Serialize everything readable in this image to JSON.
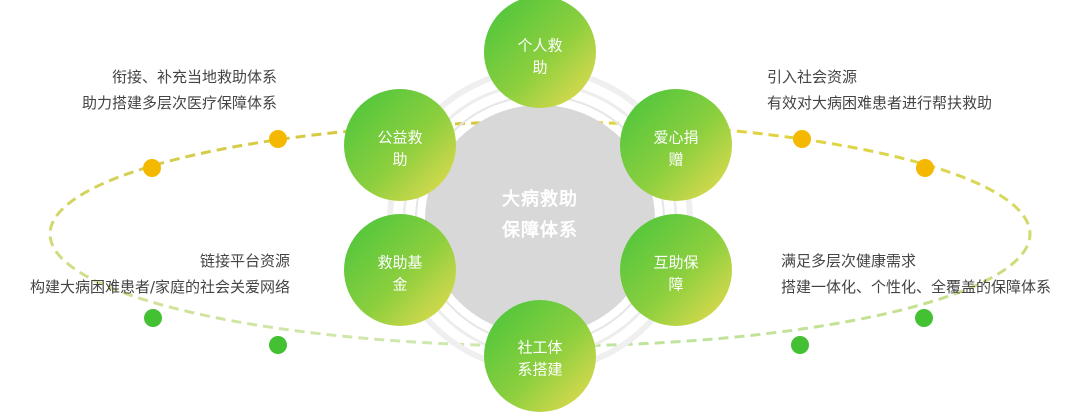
{
  "center": {
    "line1": "大病救助",
    "line2": "保障体系"
  },
  "nodes": [
    {
      "id": "top",
      "lines": [
        "个人救",
        "助"
      ]
    },
    {
      "id": "upper-left",
      "lines": [
        "公益救",
        "助"
      ]
    },
    {
      "id": "upper-right",
      "lines": [
        "爱心捐",
        "赠"
      ]
    },
    {
      "id": "lower-left",
      "lines": [
        "救助基",
        "金"
      ]
    },
    {
      "id": "lower-right",
      "lines": [
        "互助保",
        "障"
      ]
    },
    {
      "id": "bottom",
      "lines": [
        "社工体",
        "系搭建"
      ]
    }
  ],
  "notes": {
    "top_left": [
      "衔接、补充当地救助体系",
      "助力搭建多层次医疗保障体系"
    ],
    "top_right": [
      "引入社会资源",
      "有效对大病困难患者进行帮扶救助"
    ],
    "bottom_left": [
      "链接平台资源",
      "构建大病困难患者/家庭的社会关爱网络"
    ],
    "bottom_right": [
      "满足多层次健康需求",
      "搭建一体化、个性化、全覆盖的保障体系"
    ]
  },
  "colors": {
    "gradient_green": "#45c43c",
    "gradient_yellow": "#e8d84e",
    "dot_orange": "#f5b800",
    "dot_green": "#44c033",
    "dash_yellow": "#d6c83a",
    "dash_green": "#c4e6a8",
    "core_gray": "#d8d8d8",
    "ring_gray": "#ececec",
    "text": "#444444"
  }
}
